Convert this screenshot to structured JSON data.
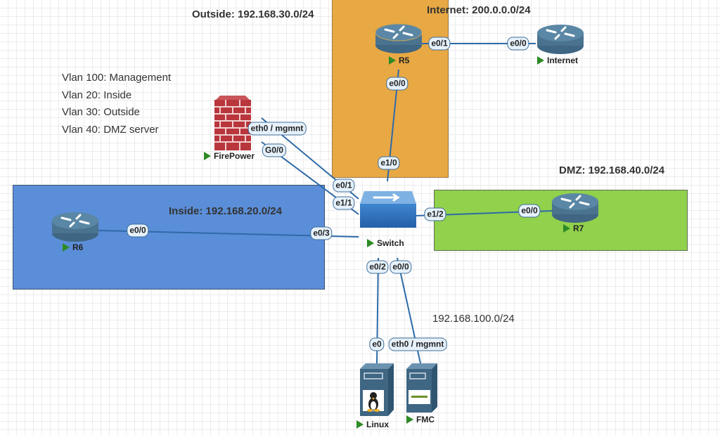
{
  "zones": {
    "outside": {
      "title": "Outside: 192.168.30.0/24",
      "color": "#e8a843"
    },
    "internet": {
      "title": "Internet: 200.0.0.0/24"
    },
    "inside": {
      "title": "Inside: 192.168.20.0/24",
      "color": "#5b8ed8"
    },
    "dmz": {
      "title": "DMZ: 192.168.40.0/24",
      "color": "#91d14b"
    },
    "management": {
      "title": "192.168.100.0/24"
    }
  },
  "vlans": [
    "Vlan 100: Management",
    "Vlan 20: Inside",
    "Vlan 30: Outside",
    "Vlan 40: DMZ server"
  ],
  "devices": {
    "r5": {
      "label": "R5",
      "type": "router-icon"
    },
    "internet": {
      "label": "Internet",
      "type": "router-icon"
    },
    "firepower": {
      "label": "FirePower",
      "type": "firewall-icon"
    },
    "switch": {
      "label": "Switch",
      "type": "switch-icon"
    },
    "r6": {
      "label": "R6",
      "type": "router-icon"
    },
    "r7": {
      "label": "R7",
      "type": "router-icon"
    },
    "linux": {
      "label": "Linux",
      "type": "server-icon"
    },
    "fmc": {
      "label": "FMC",
      "type": "server-icon"
    }
  },
  "ports": {
    "r5_e01": "e0/1",
    "internet_e00": "e0/0",
    "r5_e00": "e0/0",
    "sw_e10": "e1/0",
    "fp_eth0": "eth0 / mgmnt",
    "fp_g00": "G0/0",
    "sw_e01": "e0/1",
    "sw_e11": "e1/1",
    "sw_e12": "e1/2",
    "r7_e00": "e0/0",
    "r6_e00": "e0/0",
    "sw_e03": "e0/3",
    "sw_e02": "e0/2",
    "sw_e00": "e0/0",
    "linux_e0": "e0",
    "fmc_eth0": "eth0 / mgmnt"
  },
  "colors": {
    "link": "#2e6aa8",
    "status": "#2d8a25"
  }
}
